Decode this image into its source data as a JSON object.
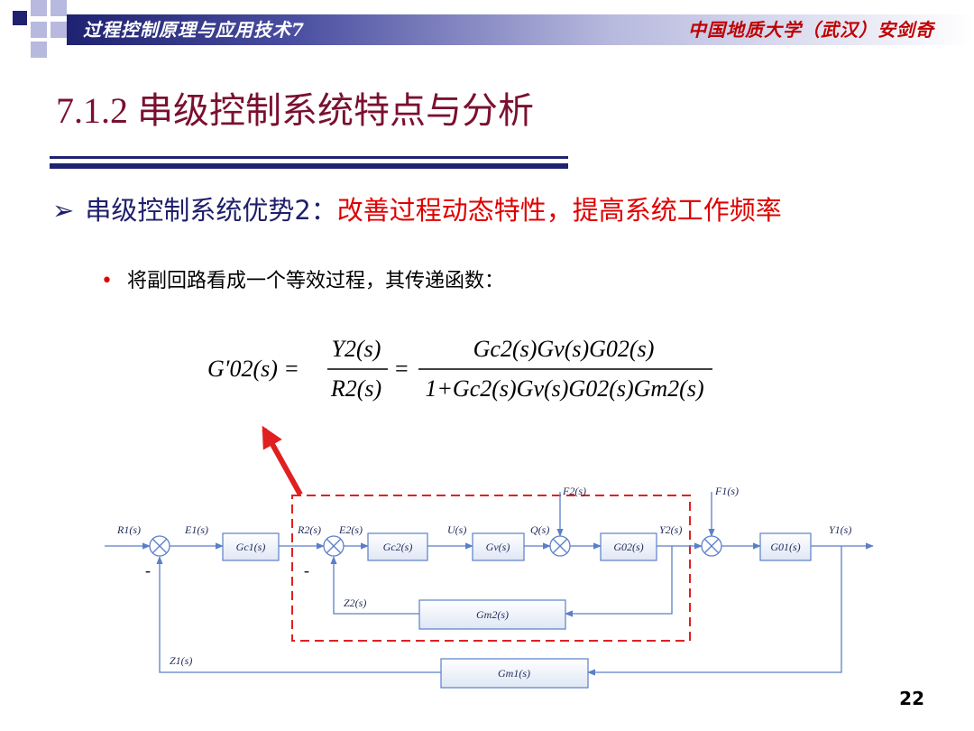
{
  "header": {
    "left_text": "过程控制原理与应用技术7",
    "right_text": "中国地质大学（武汉）安剑奇",
    "accent_color": "#1f2270"
  },
  "slide": {
    "title_num": "7.1.2",
    "title_text": "串级控制系统特点与分析",
    "bullet_label": "串级控制系统优势2：",
    "bullet_highlight": "改善过程动态特性，提高系统工作频率",
    "sub_bullet": "将副回路看成一个等效过程，其传递函数：",
    "page_number": "22",
    "highlight_color": "#e00000"
  },
  "formula": {
    "lhs": "G′02(s) =",
    "frac1_num": "Y2(s)",
    "frac1_den": "R2(s)",
    "frac2_num": "Gc2(s)Gv(s)G02(s)",
    "frac2_den": "1+Gc2(s)Gv(s)G02(s)Gm2(s)"
  },
  "diagram": {
    "signals": {
      "R1": "R1(s)",
      "E1": "E1(s)",
      "R2": "R2(s)",
      "E2": "E2(s)",
      "U": "U(s)",
      "Q": "Q(s)",
      "F2": "F2(s)",
      "F1": "F1(s)",
      "Y2": "Y2(s)",
      "Y1": "Y1(s)",
      "Z2": "Z2(s)",
      "Z1": "Z1(s)"
    },
    "blocks": {
      "Gc1": "Gc1(s)",
      "Gc2": "Gc2(s)",
      "Gv": "Gv(s)",
      "G02": "G02(s)",
      "G01": "G01(s)",
      "Gm2": "Gm2(s)",
      "Gm1": "Gm1(s)"
    },
    "minus_sign": "-"
  }
}
